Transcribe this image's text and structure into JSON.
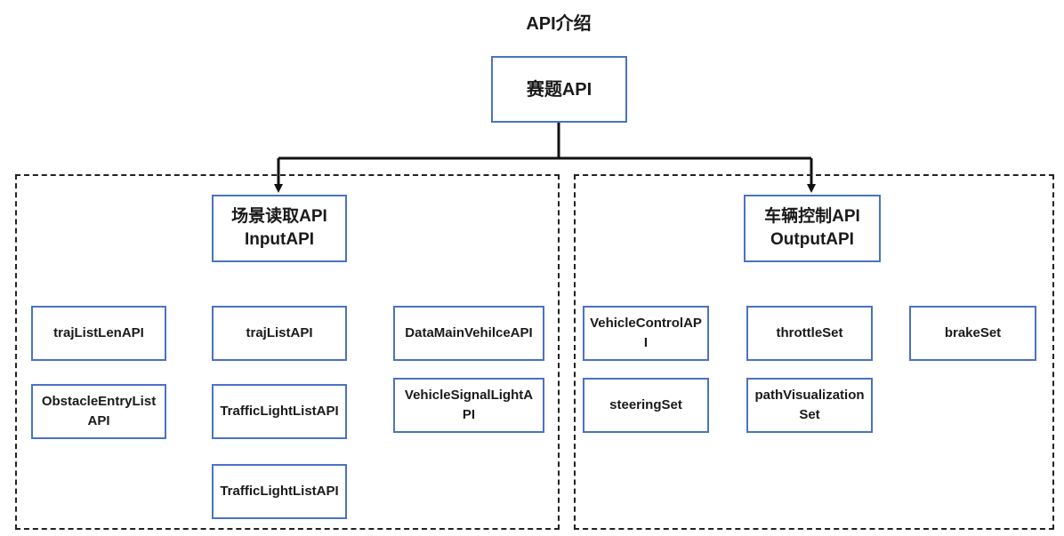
{
  "title": "API介绍",
  "root": {
    "label": "赛题API"
  },
  "input_group": {
    "label_cn": "场景读取API",
    "label_en": "InputAPI",
    "items": [
      "trajListLenAPI",
      "ObstacleEntryListAPI",
      "trajListAPI",
      "TrafficLightListAPI",
      "TrafficLightListAPI",
      "DataMainVehilceAPI",
      "VehicleSignalLightAPI"
    ]
  },
  "output_group": {
    "label_cn": "车辆控制API",
    "label_en": "OutputAPI",
    "items": [
      "VehicleControlAPI",
      "steeringSet",
      "throttleSet",
      "pathVisualizationSet",
      "brakeSet"
    ]
  },
  "colors": {
    "box_border": "#4a72c4",
    "line": "#111111",
    "dashed_border": "#222222"
  }
}
